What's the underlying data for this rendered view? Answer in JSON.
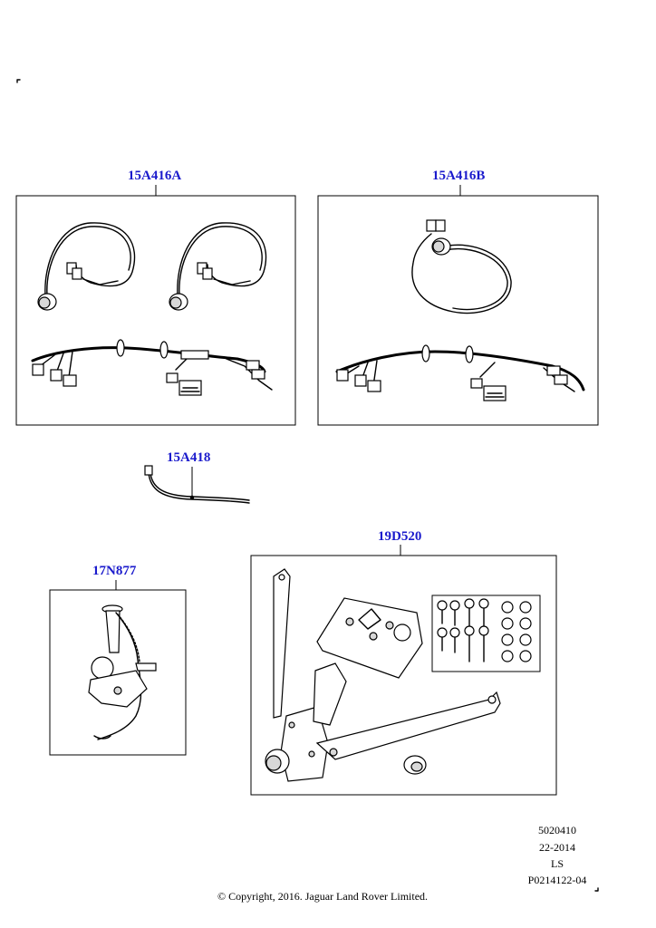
{
  "parts": {
    "p1": "15A416A",
    "p2": "15A416B",
    "p3": "15A418",
    "p4": "17N877",
    "p5": "19D520"
  },
  "meta": {
    "code": "5020410",
    "year": "22-2014",
    "region": "LS",
    "ref": "P0214122-04"
  },
  "copyright": "© Copyright, 2016. Jaguar Land Rover Limited.",
  "colors": {
    "label": "#1a1acc",
    "ink": "#000000"
  }
}
